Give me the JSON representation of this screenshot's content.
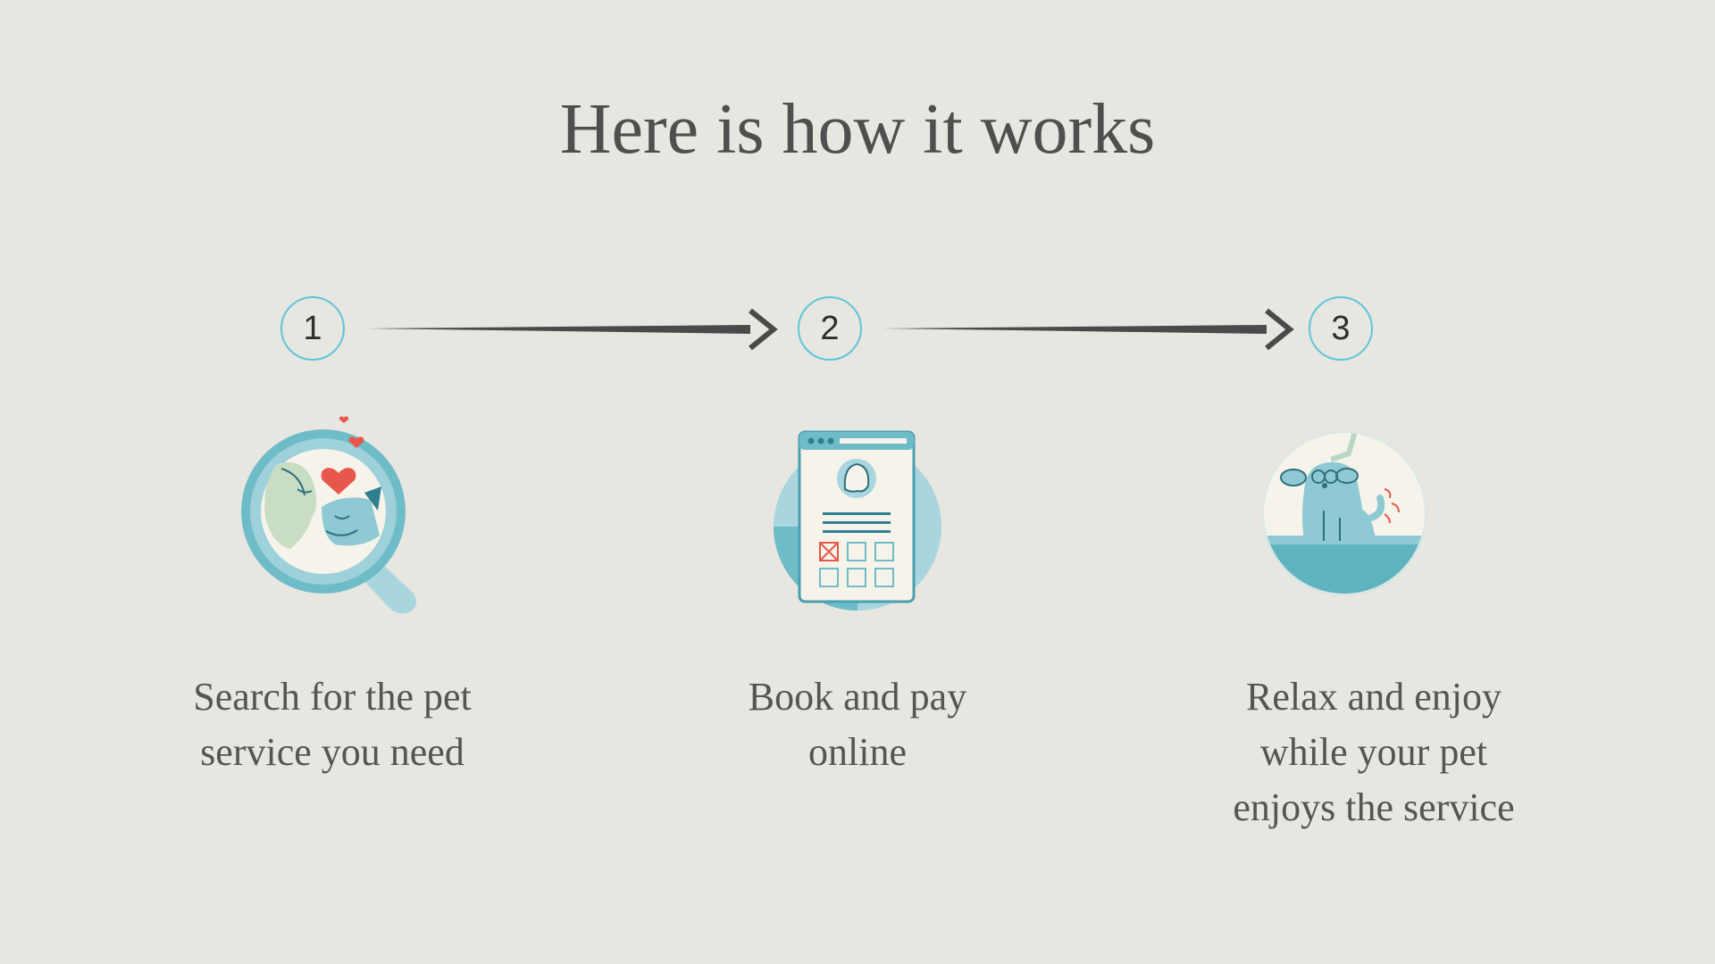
{
  "title": "Here is how it works",
  "steps": [
    {
      "number": "1",
      "icon": "magnifier-pets-icon",
      "caption_lines": [
        "Search for the pet",
        "service you need"
      ]
    },
    {
      "number": "2",
      "icon": "booking-form-icon",
      "caption_lines": [
        "Book and pay",
        "online"
      ]
    },
    {
      "number": "3",
      "icon": "happy-dog-icon",
      "caption_lines": [
        "Relax and enjoy",
        "while your pet",
        "enjoys the service"
      ]
    }
  ],
  "colors": {
    "background": "#e8e6e1",
    "accent": "#5dc6d9",
    "teal": "#5fb3bf",
    "heart": "#e8574b",
    "text": "#555555"
  }
}
